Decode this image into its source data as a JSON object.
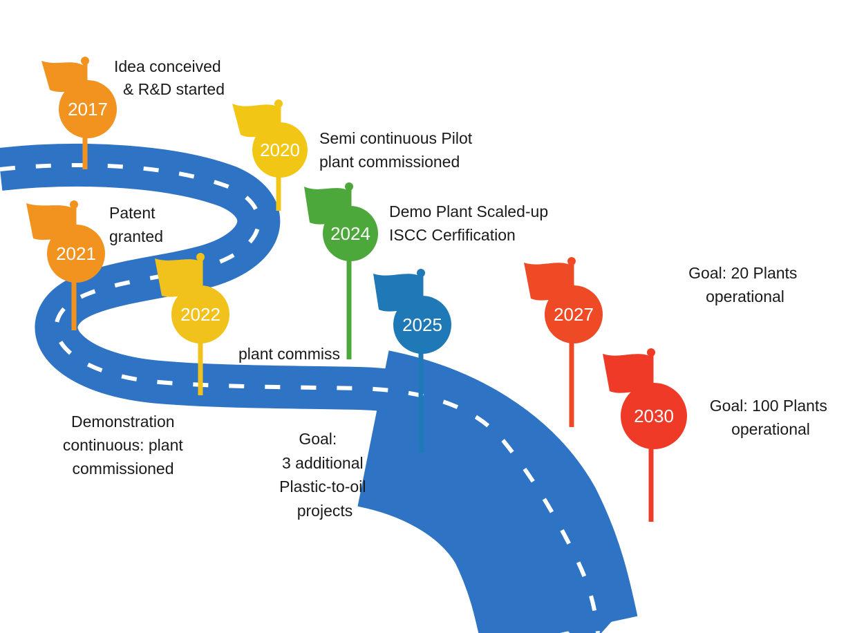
{
  "milestones": [
    {
      "year": "2017",
      "color": "#f29320",
      "label": [
        "Idea conceived",
        "& R&D started"
      ]
    },
    {
      "year": "2020",
      "color": "#f2c614",
      "label": [
        "Semi continuous Pilot",
        "plant commissioned"
      ]
    },
    {
      "year": "2021",
      "color": "#f29320",
      "label": [
        "Patent",
        "granted"
      ]
    },
    {
      "year": "2022",
      "color": "#f2c21c",
      "label": [
        "Demonstration",
        "continuous: plant",
        "commissioned"
      ]
    },
    {
      "year": "2024",
      "color": "#4ca83a",
      "label": [
        "Demo Plant Scaled-up",
        "ISCC Cerfification"
      ]
    },
    {
      "year": "2025",
      "color": "#1f79b6",
      "label": [
        "Goal:",
        "3 additional",
        "Plastic-to-oil",
        "projects"
      ]
    },
    {
      "year": "2027",
      "color": "#ee4a26",
      "label": [
        "Goal: 20 Plants",
        "operational"
      ]
    },
    {
      "year": "2030",
      "color": "#ee3a26",
      "label": [
        "Goal: 100 Plants",
        "operational"
      ]
    }
  ],
  "stray_text": "plant commiss",
  "colors": {
    "road": "#2f74c4",
    "road_dash": "#ffffff"
  }
}
